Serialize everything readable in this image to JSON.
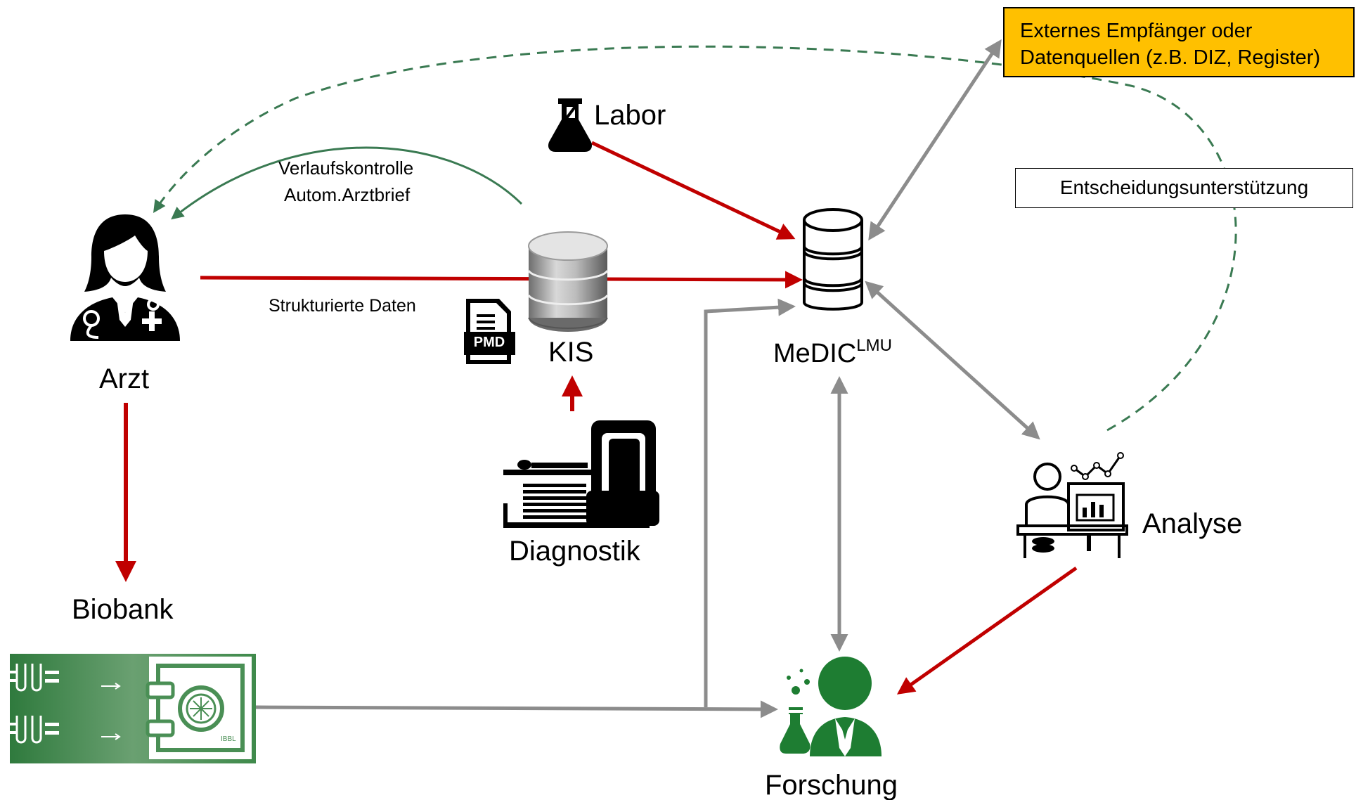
{
  "nodes": {
    "labor": "Labor",
    "arzt": "Arzt",
    "kis": "KIS",
    "pmd": "PMD",
    "medic_base": "MeDIC",
    "medic_sup": "LMU",
    "diagnostik": "Diagnostik",
    "analyse": "Analyse",
    "biobank": "Biobank",
    "forschung": "Forschung",
    "ibbl": "IBBL"
  },
  "edge_labels": {
    "verlauf_1": "Verlaufskontrolle",
    "verlauf_2": "Autom.Arztbrief",
    "strukturiert": "Strukturierte Daten"
  },
  "boxes": {
    "extern_line1": "Externes Empfänger oder",
    "extern_line2": "Datenquellen (z.B. DIZ, Register)",
    "entscheidung": "Entscheidungsunterstützung"
  },
  "colors": {
    "red_arrow": "#c00000",
    "gray_arrow": "#8c8c8c",
    "green_arrow": "#3a7a52",
    "forschung_green": "#1e7d32",
    "biobank_green": "#4a8f55",
    "extern_box": "#ffc000"
  },
  "icons": [
    "flask-icon",
    "doctor-icon",
    "database-icon",
    "document-icon",
    "mri-scanner-icon",
    "analyst-icon",
    "researcher-icon",
    "biobank-image"
  ]
}
